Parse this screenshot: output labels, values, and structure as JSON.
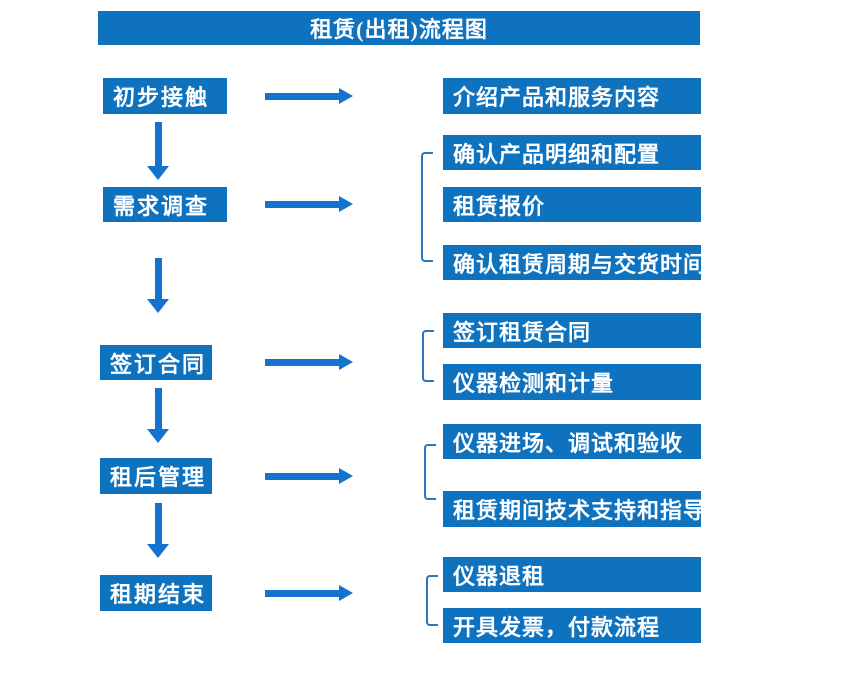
{
  "title": "租赁(出租)流程图",
  "colors": {
    "box_fill": "#0E72BE",
    "arrow": "#1373CE",
    "bracket": "#2E75B6",
    "box_text": "#FFFFFF",
    "background": "#FFFFFF"
  },
  "stages": [
    {
      "label": "初步接触",
      "outputs": [
        "介绍产品和服务内容"
      ]
    },
    {
      "label": "需求调查",
      "outputs": [
        "确认产品明细和配置",
        "租赁报价",
        "确认租赁周期与交货时间"
      ]
    },
    {
      "label": "签订合同",
      "outputs": [
        "签订租赁合同",
        "仪器检测和计量"
      ]
    },
    {
      "label": "租后管理",
      "outputs": [
        "仪器进场、调试和验收",
        "租赁期间技术支持和指导"
      ]
    },
    {
      "label": "租期结束",
      "outputs": [
        "仪器退租",
        "开具发票，付款流程"
      ]
    }
  ]
}
